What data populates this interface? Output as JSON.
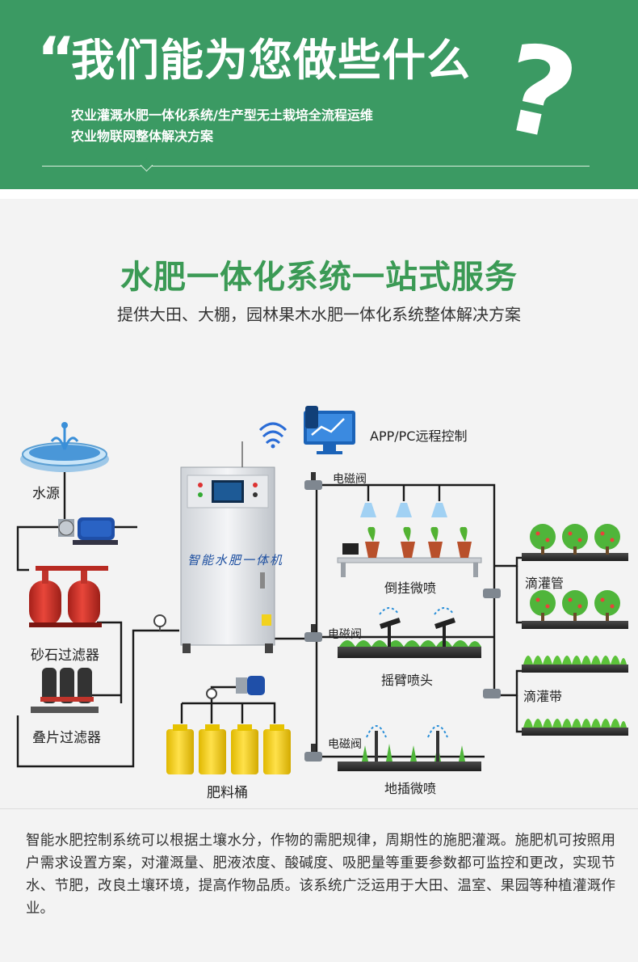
{
  "header": {
    "quote_mark": "“",
    "title": "我们能为您做些什么",
    "question_mark": "?",
    "subtitle_line1": "农业灌溉水肥一体化系统/生产型无土栽培全流程运维",
    "subtitle_line2": "农业物联网整体解决方案"
  },
  "section": {
    "title": "水肥一体化系统一站式服务",
    "subtitle": "提供大田、大棚，园林果木水肥一体化系统整体解决方案"
  },
  "diagram": {
    "water_source": "水源",
    "sand_filter": "砂石过滤器",
    "disc_filter": "叠片过滤器",
    "fertilizer_bucket": "肥料桶",
    "machine_label": "智能水肥一体机",
    "remote_control": "APP/PC远程控制",
    "valve1": "电磁阀",
    "valve2": "电磁阀",
    "valve3": "电磁阀",
    "hanging_spray": "倒挂微喷",
    "rocker_sprinkler": "摇臂喷头",
    "ground_spray": "地插微喷",
    "drip_pipe": "滴灌管",
    "drip_tape": "滴灌带"
  },
  "description": "智能水肥控制系统可以根据土壤水分，作物的需肥规律，周期性的施肥灌溉。施肥机可按照用户需求设置方案，对灌溉量、肥液浓度、酸碱度、吸肥量等重要参数都可监控和更改，实现节水、节肥，改良土壤环境，提高作物品质。该系统广泛运用于大田、温室、果园等种植灌溉作业。",
  "colors": {
    "header_green": "#3b9a63",
    "title_green": "#3b9a55",
    "pipe": "#1a1a1a",
    "tank_red": "#d63a2f",
    "bucket_yellow": "#f2d21e",
    "pump_blue": "#1f4fa8"
  },
  "icons": [
    "wifi-icon",
    "monitor-chart-icon",
    "fountain-icon",
    "pump-icon",
    "plant-icon",
    "tree-icon",
    "sprinkler-icon",
    "valve-icon",
    "gauge-icon"
  ]
}
